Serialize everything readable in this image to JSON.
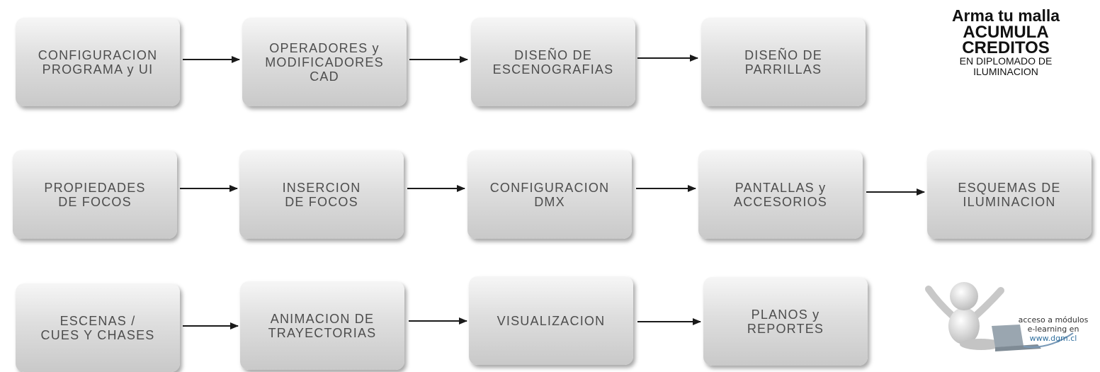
{
  "rows": [
    [
      {
        "text": "CONFIGURACION\nPROGRAMA y UI"
      },
      {
        "text": "OPERADORES y\nMODIFICADORES\nCAD"
      },
      {
        "text": "DISEÑO DE\nESCENOGRAFIAS"
      },
      {
        "text": "DISEÑO DE\nPARRILLAS"
      }
    ],
    [
      {
        "text": "PROPIEDADES\nDE FOCOS"
      },
      {
        "text": "INSERCION\nDE FOCOS"
      },
      {
        "text": "CONFIGURACION\nDMX"
      },
      {
        "text": "PANTALLAS y\nACCESORIOS"
      },
      {
        "text": "ESQUEMAS DE\nILUMINACION"
      }
    ],
    [
      {
        "text": "ESCENAS /\nCUES Y CHASES"
      },
      {
        "text": "ANIMACION DE\nTRAYECTORIAS"
      },
      {
        "text": "VISUALIZACION"
      },
      {
        "text": "PLANOS y\nREPORTES"
      }
    ]
  ],
  "promo": {
    "line1": "Arma tu malla",
    "line2": "ACUMULA",
    "line3": "CREDITOS",
    "line4": "EN  DIPLOMADO DE\nILUMINACION"
  },
  "elearning": {
    "line1": "acceso a módulos",
    "line2": "e-learning en",
    "url": "www.dgm.cl"
  },
  "colors": {
    "box_top": "#f6f6f6",
    "box_bottom": "#c9c9c9",
    "box_text": "#4d4d4d",
    "arrow": "#1a1a1a"
  }
}
